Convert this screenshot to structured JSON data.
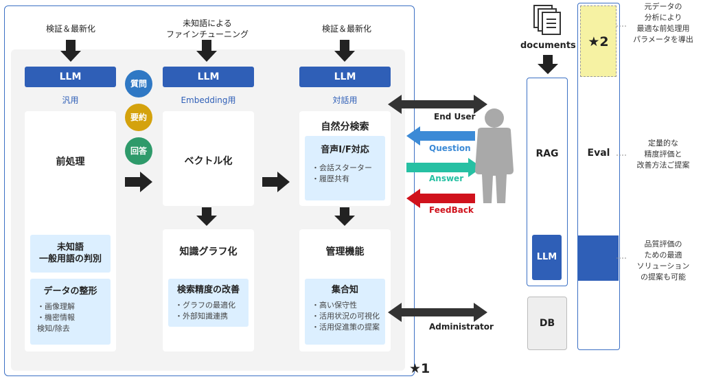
{
  "columns": [
    {
      "top_label": "検証＆最新化",
      "llm_label": "LLM",
      "sub_label": "汎用"
    },
    {
      "top_label": "未知語による\nファインチューニング",
      "llm_label": "LLM",
      "sub_label": "Embedding用"
    },
    {
      "top_label": "検証＆最新化",
      "llm_label": "LLM",
      "sub_label": "対話用"
    }
  ],
  "circles": [
    {
      "label": "質問",
      "color": "#2f78c4"
    },
    {
      "label": "要約",
      "color": "#d4a20d"
    },
    {
      "label": "回答",
      "color": "#2e9a6a"
    }
  ],
  "col1": {
    "title": "前処理",
    "box1": {
      "heading": "未知語\n一般用語の判別"
    },
    "box2": {
      "heading": "データの整形",
      "items": [
        "画像理解",
        "機密情報\n検知/除去"
      ]
    }
  },
  "col2": {
    "card1_title": "ベクトル化",
    "card2_title": "知識グラフ化",
    "box": {
      "heading": "検索精度の改善",
      "items": [
        "グラフの最適化",
        "外部知識連携"
      ]
    }
  },
  "col3": {
    "card1_title": "自然分検索",
    "box1": {
      "heading": "音声I/F対応",
      "items": [
        "会話スターター",
        "履歴共有"
      ]
    },
    "card2_title": "管理機能",
    "box2": {
      "heading": "集合知",
      "items": [
        "高い保守性",
        "活用状況の可視化",
        "活用促進策の提案"
      ]
    }
  },
  "star1": "★1",
  "flows": {
    "end_user": "End User",
    "question": "Question",
    "answer": "Answer",
    "feedback": "FeedBack",
    "administrator": "Administrator"
  },
  "colors": {
    "question": "#3c8ad6",
    "answer": "#26c0a3",
    "feedback": "#d0121c",
    "accent": "#2f5fb7"
  },
  "right": {
    "documents": "documents",
    "rag": "RAG",
    "llm": "LLM",
    "db": "DB",
    "eval": "Eval",
    "star2": "★2"
  },
  "notes": [
    "元データの\n分析により\n最適な前処理用\nパラメータを導出",
    "定量的な\n精度評価と\n改善方法ご提案",
    "品質評価の\nための最適\nソリューション\nの提案も可能"
  ]
}
